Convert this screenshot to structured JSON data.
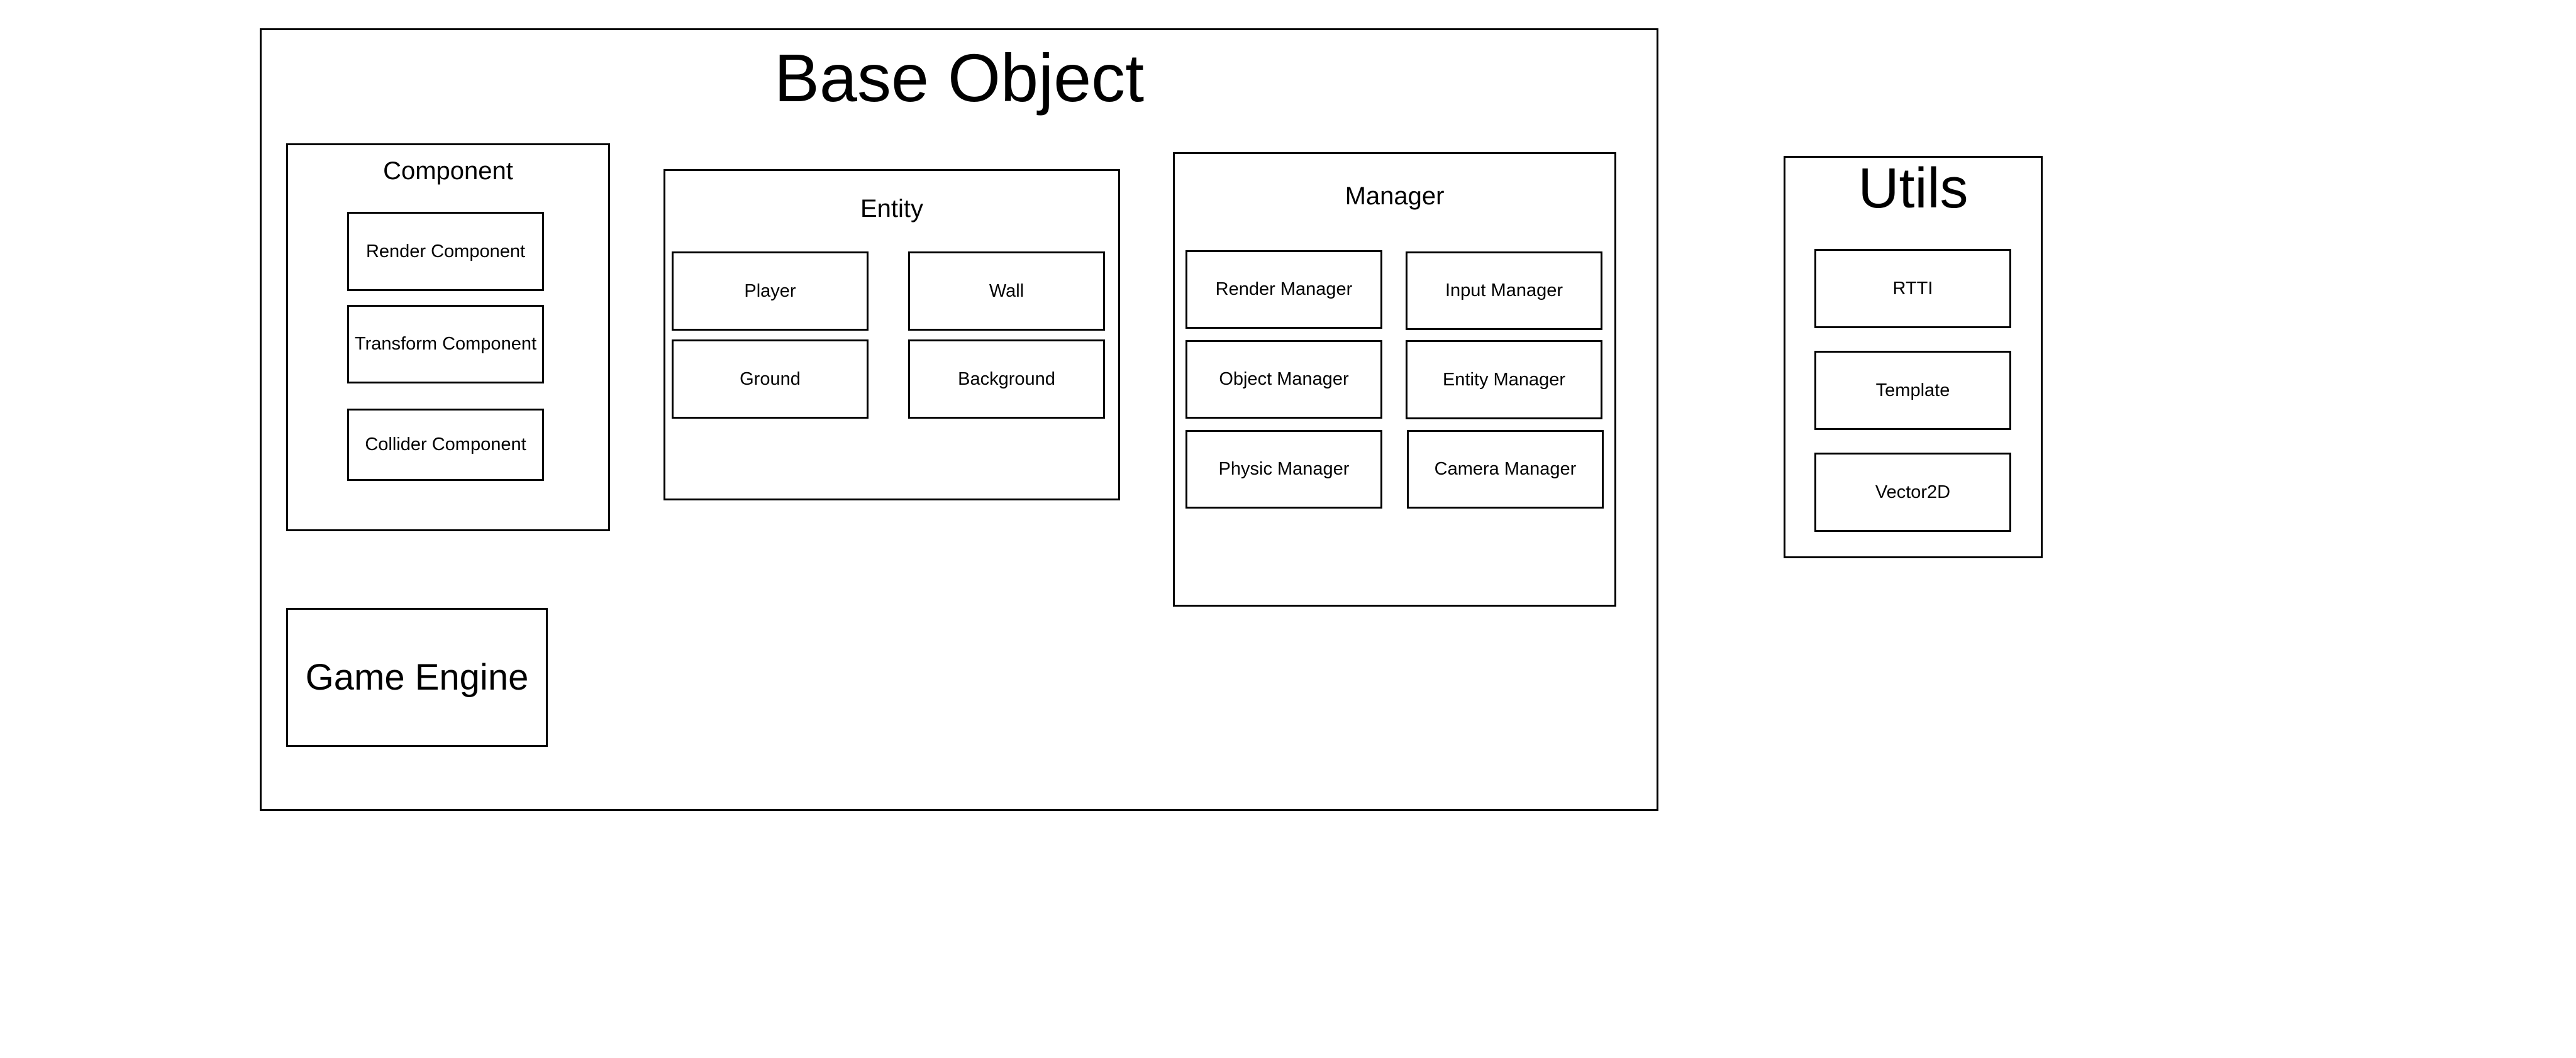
{
  "base_object": {
    "title": "Base Object"
  },
  "component": {
    "title": "Component",
    "items": [
      "Render Component",
      "Transform Component",
      "Collider Component"
    ]
  },
  "entity": {
    "title": "Entity",
    "items": [
      "Player",
      "Wall",
      "Ground",
      "Background"
    ]
  },
  "manager": {
    "title": "Manager",
    "items": [
      "Render Manager",
      "Input Manager",
      "Object Manager",
      "Entity Manager",
      "Physic Manager",
      "Camera Manager"
    ]
  },
  "game_engine": {
    "title": "Game Engine"
  },
  "utils": {
    "title": "Utils",
    "items": [
      "RTTI",
      "Template",
      "Vector2D"
    ]
  }
}
